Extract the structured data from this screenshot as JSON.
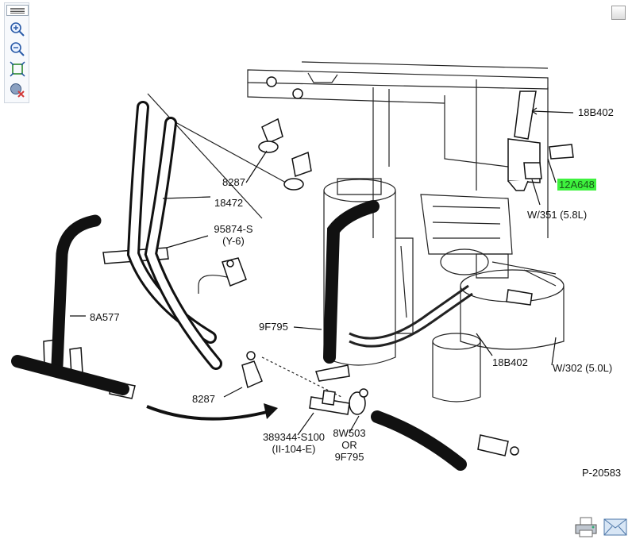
{
  "toolbar": {
    "icons": [
      "menu-icon",
      "zoom-in-icon",
      "zoom-out-icon",
      "fit-page-icon",
      "reset-zoom-icon"
    ]
  },
  "callouts": {
    "c18B402_top": "18B402",
    "c12A648": "12A648",
    "w351": "W/351 (5.8L)",
    "c8287_top": "8287",
    "c18472": "18472",
    "c95874_a": "95874-S",
    "c95874_b": "(Y-6)",
    "c8A577": "8A577",
    "c9F795_left": "9F795",
    "c18B402_bottom": "18B402",
    "w302": "W/302 (5.0L)",
    "c8287_bottom": "8287",
    "c389344_a": "389344-S100",
    "c389344_b": "(II-104-E)",
    "c8W503_a": "8W503",
    "c8W503_b": "OR",
    "c8W503_c": "9F795"
  },
  "colors": {
    "highlight": "#3ef23e",
    "line": "#111111"
  },
  "figure_id": "P-20583",
  "footer": {
    "icons": [
      "print-icon",
      "email-icon"
    ]
  }
}
